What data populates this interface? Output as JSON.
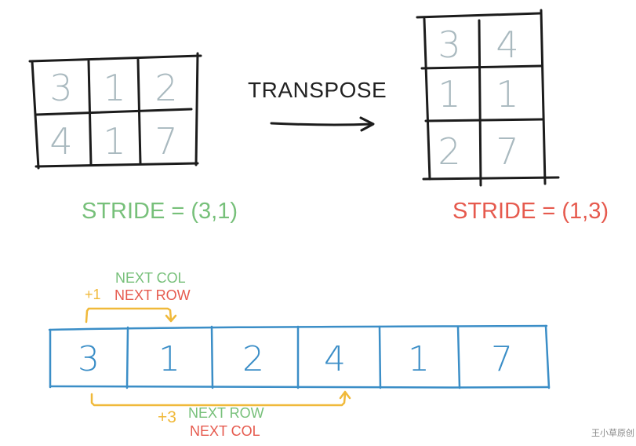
{
  "left_matrix": {
    "rows": [
      [
        "3",
        "1",
        "2"
      ],
      [
        "4",
        "1",
        "7"
      ]
    ]
  },
  "transpose_label": "TRANSPOSE",
  "right_matrix": {
    "rows": [
      [
        "3",
        "4"
      ],
      [
        "1",
        "1"
      ],
      [
        "2",
        "7"
      ]
    ]
  },
  "stride_left": "STRIDE = (3,1)",
  "stride_right": "STRIDE = (1,3)",
  "memory": {
    "cells": [
      "3",
      "1",
      "2",
      "4",
      "1",
      "7"
    ]
  },
  "top_annotation": {
    "step": "+1",
    "next_col": "NEXT COL",
    "next_row": "NEXT ROW"
  },
  "bottom_annotation": {
    "step": "+3",
    "next_row": "NEXT ROW",
    "next_col": "NEXT COL"
  },
  "watermark": "王小草原创",
  "colors": {
    "ink": "#1c1c1c",
    "matrix_digit": "#a9b9bf",
    "green": "#77c07a",
    "red": "#e65a4e",
    "blue": "#3b8ec7",
    "orange": "#f0b93a"
  }
}
